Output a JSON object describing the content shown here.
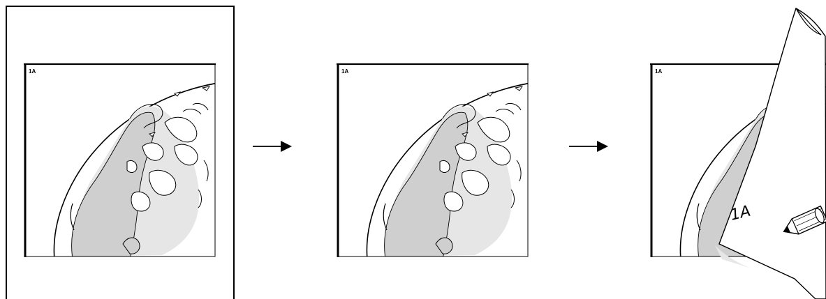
{
  "diagram": {
    "steps": [
      {
        "label": "1A"
      },
      {
        "label": "1A"
      },
      {
        "label": "1A",
        "back_label": "1A"
      }
    ],
    "colors": {
      "stroke": "#000000",
      "land": "#cfcfcf",
      "land_light": "#e6e6e6",
      "paper": "#ffffff"
    },
    "icons": [
      "right-arrow-icon",
      "right-arrow-icon",
      "pencil-icon"
    ]
  }
}
